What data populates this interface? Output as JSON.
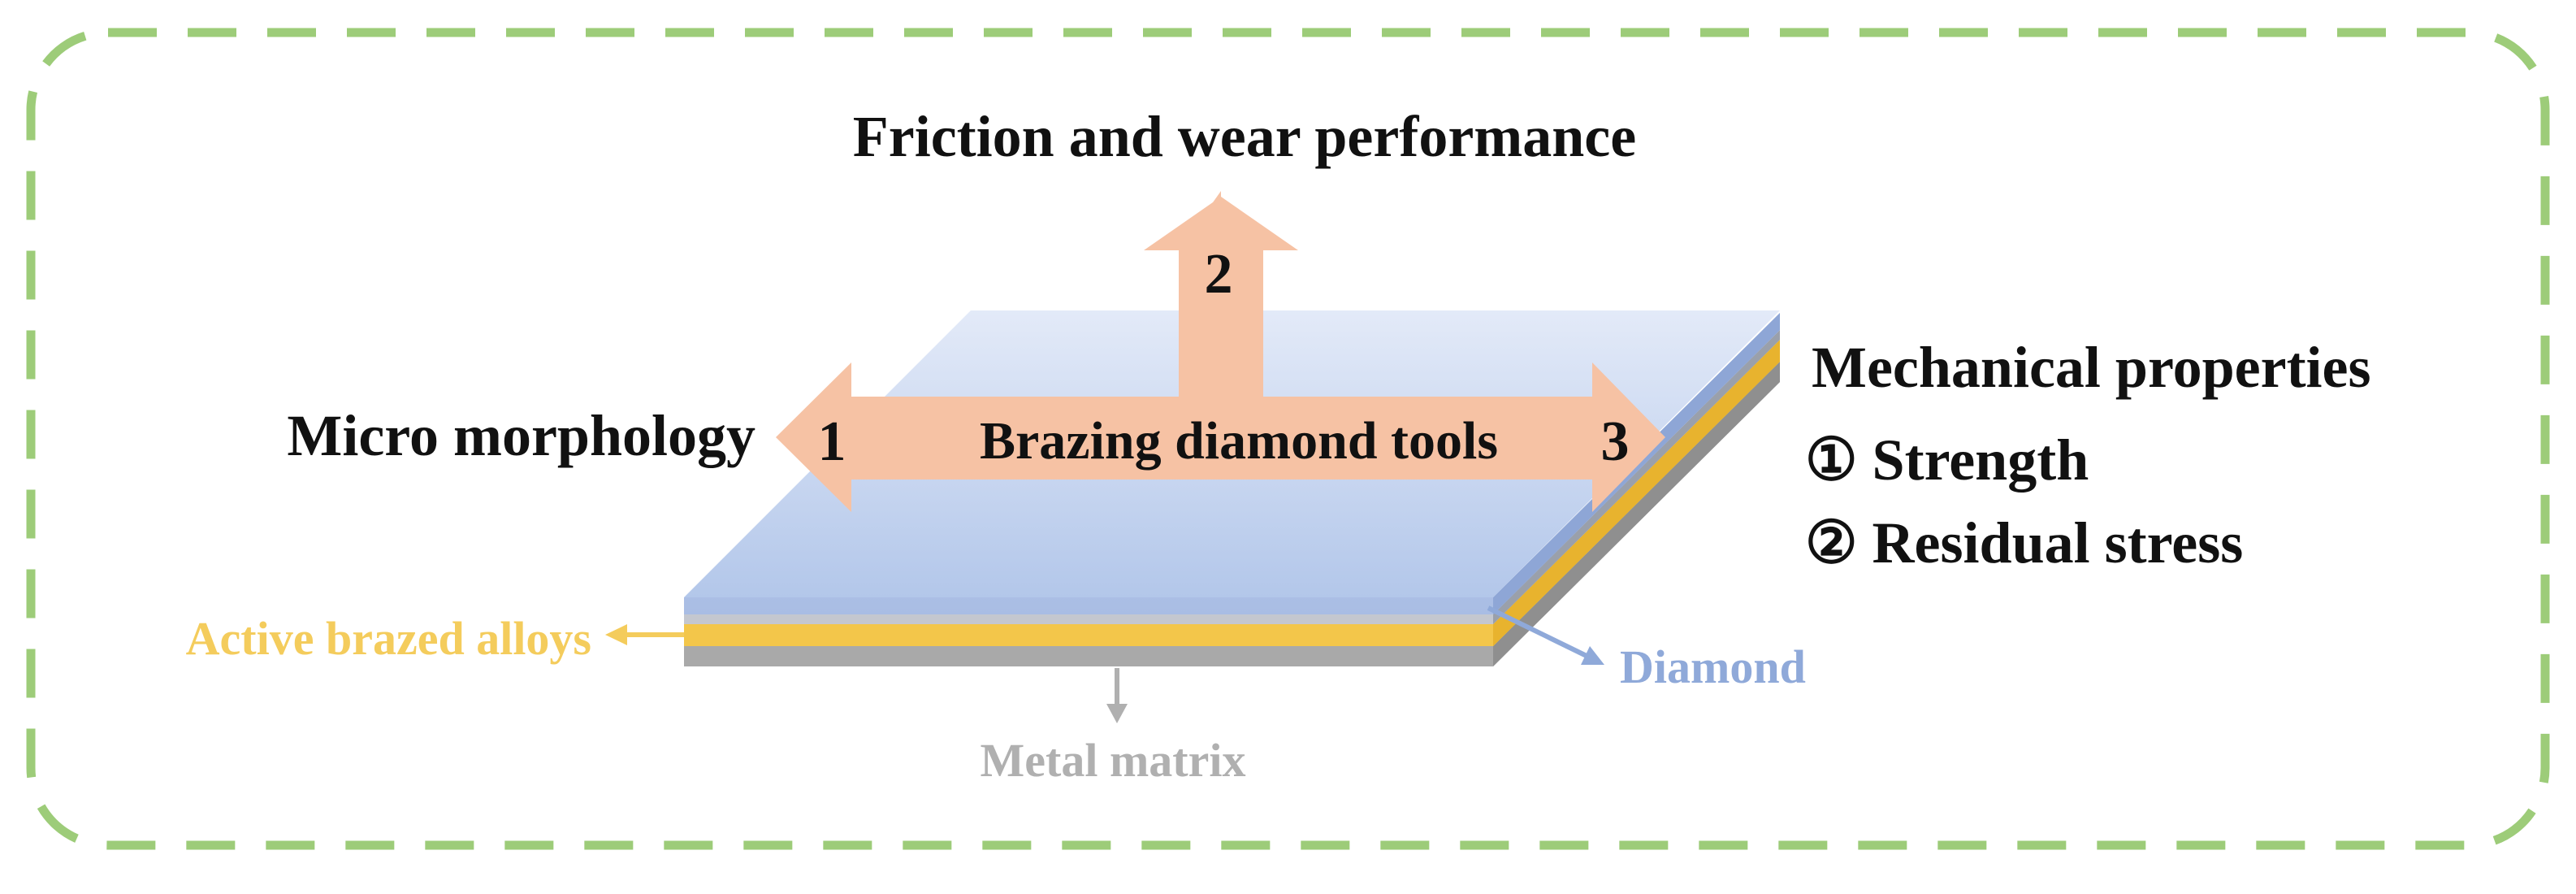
{
  "labels": {
    "top": "Friction and wear performance",
    "left": "Micro morphology",
    "right_title": "Mechanical properties",
    "right_item_1": "① Strength",
    "right_item_2": "② Residual stress",
    "center": "Brazing diamond tools",
    "arrow_1": "1",
    "arrow_2": "2",
    "arrow_3": "3",
    "active_alloy": "Active brazed alloys",
    "diamond": "Diamond",
    "metal_matrix": "Metal matrix"
  },
  "colors": {
    "frame_dash": "#9dcc79",
    "arrow_fill": "#f6c2a4",
    "diamond_layer": "#c3d3ef",
    "alloy_layer": "#f3c64a",
    "matrix_layer": "#a9a9a9",
    "diamond_label": "#8fa9d9",
    "alloy_label": "#f4cc5c",
    "matrix_label": "#b0b0b0"
  }
}
